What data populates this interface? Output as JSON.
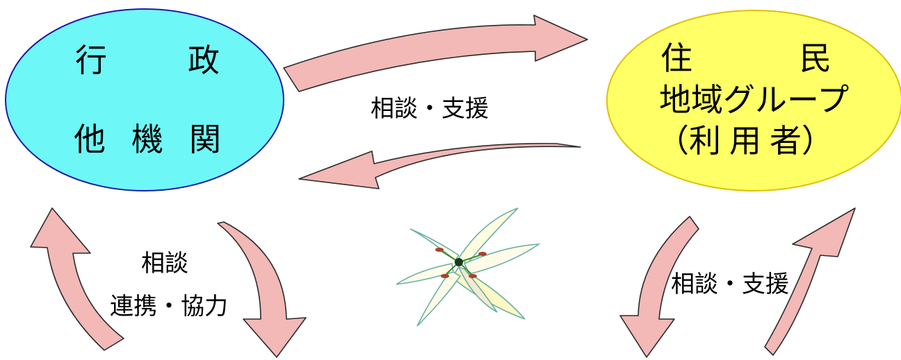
{
  "left_node": {
    "line1": [
      "行",
      "政"
    ],
    "line2": [
      "他",
      "機",
      "関"
    ],
    "fill": "#6ef7f7",
    "stroke": "#1a1aa8"
  },
  "right_node": {
    "line1": [
      "住",
      "民"
    ],
    "line2": "地域グループ",
    "line3": [
      "（利",
      "用",
      "者）"
    ],
    "fill": "#ffff66",
    "stroke": "#e0c000"
  },
  "edges": {
    "horizontal_label": "相談・支援",
    "left_label_line1": "相談",
    "left_label_line2": "連携・協力",
    "right_label": "相談・支援"
  },
  "arrow_fill": "#f2b9b6",
  "arrow_stroke": "#2a2a2a",
  "decoration": "lily-flower"
}
